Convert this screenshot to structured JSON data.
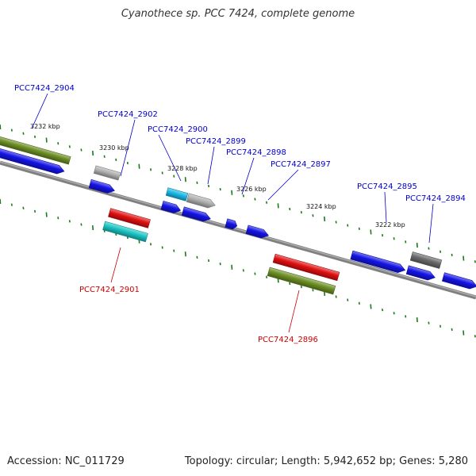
{
  "title": "Cyanothece sp. PCC 7424, complete genome",
  "footer": {
    "accession": "Accession: NC_011729",
    "summary": "Topology: circular; Length: 5,942,652 bp; Genes: 5,280"
  },
  "colors": {
    "backbone": "#808080",
    "tick": "#1a7a1a",
    "forward_label": "#0000cc",
    "reverse_label": "#cc0000",
    "blue_gene": "#1414e6",
    "cyan_gene": "#1ab8e6",
    "teal_gene": "#1ac4c4",
    "gray_gene": "#b0b0b0",
    "dark_gray_gene": "#6a6a6a",
    "olive_gene": "#6b8e23",
    "red_gene": "#e01010"
  },
  "scale_labels": [
    "3232 kbp",
    "3230 kbp",
    "3228 kbp",
    "3226 kbp",
    "3224 kbp",
    "3222 kbp"
  ],
  "forward_gene_labels": [
    "PCC7424_2904",
    "PCC7424_2902",
    "PCC7424_2900",
    "PCC7424_2899",
    "PCC7424_2898",
    "PCC7424_2897",
    "PCC7424_2895",
    "PCC7424_2894"
  ],
  "reverse_gene_labels": [
    "PCC7424_2901",
    "PCC7424_2896"
  ]
}
